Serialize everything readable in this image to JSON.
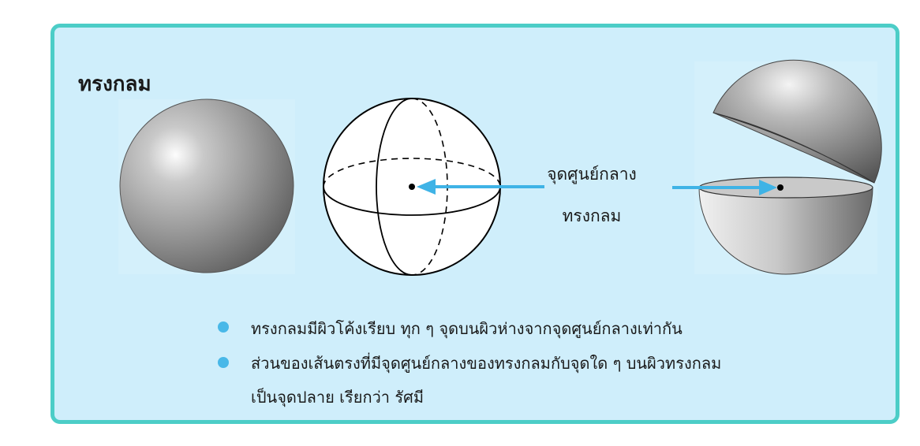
{
  "title": "ทรงกลม",
  "center_label": {
    "line1": "จุดศูนย์กลาง",
    "line2": "ทรงกลม"
  },
  "bullets": [
    "ทรงกลมมีผิวโค้งเรียบ  ทุก ๆ จุดบนผิวห่างจากจุดศูนย์กลางเท่ากัน",
    "ส่วนของเส้นตรงที่มีจุดศูนย์กลางของทรงกลมกับจุดใด ๆ บนผิวทรงกลม",
    "เป็นจุดปลาย  เรียกว่า รัศมี"
  ],
  "colors": {
    "frame_border": "#4ccdc7",
    "frame_fill": "#cfeefb",
    "arrow": "#3fb3e6",
    "bullet": "#49b8e8"
  }
}
